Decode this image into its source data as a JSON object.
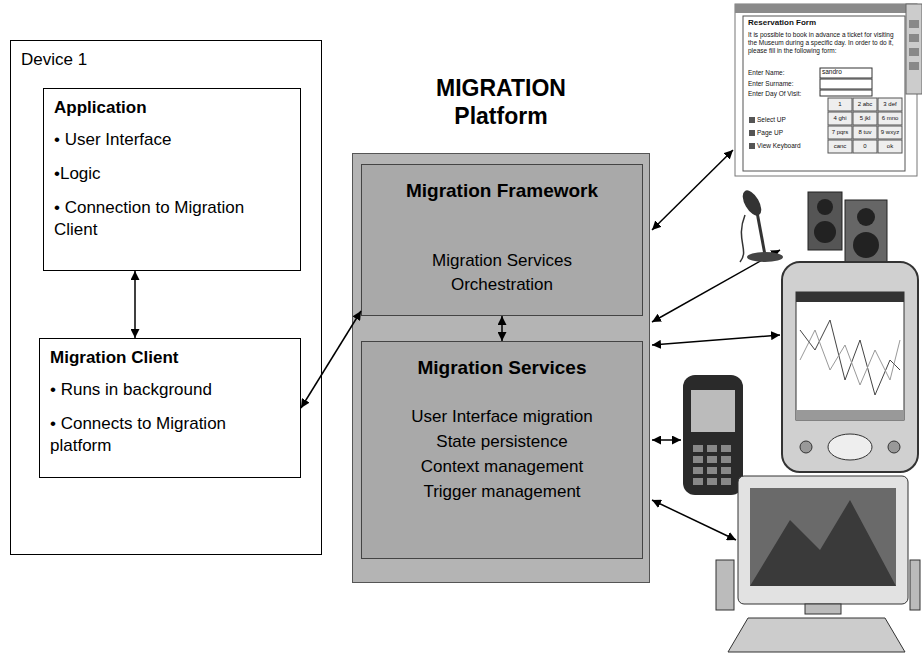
{
  "diagram": {
    "nodes": [
      {
        "text": [
          "Device 1"
        ]
      },
      {
        "text": [
          "Application",
          "• User Interface",
          "•Logic",
          "• Connection to Migration Client"
        ],
        "in": 0
      },
      {
        "text": [
          "Migration Client",
          "• Runs in background",
          "• Connects to Migration platform"
        ],
        "in": 0
      },
      {
        "text": [
          "MIGRATION Platform"
        ]
      },
      {
        "text": [
          "Migration Framework",
          "Migration Services Orchestration"
        ],
        "in": 3
      },
      {
        "text": [
          "Migration Services",
          "User Interface migration",
          "State persistence",
          "Context management",
          "Trigger management"
        ],
        "in": 3
      }
    ],
    "edges": [
      {
        "from": 1,
        "to": 2,
        "arrow": "both"
      },
      {
        "from": 2,
        "to": 4,
        "arrow": "both"
      },
      {
        "from": 4,
        "to": 5,
        "arrow": "both"
      }
    ],
    "labels": [
      "Reservation Form",
      "It is possible to book in advance a ticket for visiting the Museum during a specific day. In order to do it, please fill in the following form:",
      "Enter Name:",
      "sandro",
      "Enter Surname:",
      "Enter Day Of Visit:",
      "1",
      "2 abc",
      "3 def",
      "4 ghi",
      "5 jkl",
      "6 mno",
      "7 pqrs",
      "8 tuv",
      "9 wxyz",
      "canc",
      "0",
      "ok",
      "Select UP",
      "Page UP",
      "View Keyboard"
    ]
  }
}
